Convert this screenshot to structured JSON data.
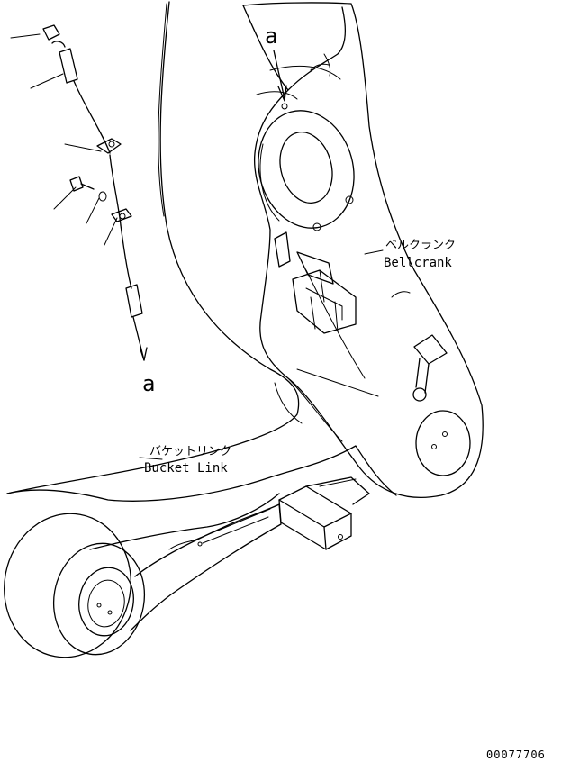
{
  "callouts": {
    "ref_top": "a",
    "ref_bottom": "a"
  },
  "labels": {
    "bellcrank_jp": "ベルクランク",
    "bellcrank_en": "Bellcrank",
    "bucket_link_jp": "バケットリンク",
    "bucket_link_en": "Bucket Link"
  },
  "drawing_number": "00077706"
}
